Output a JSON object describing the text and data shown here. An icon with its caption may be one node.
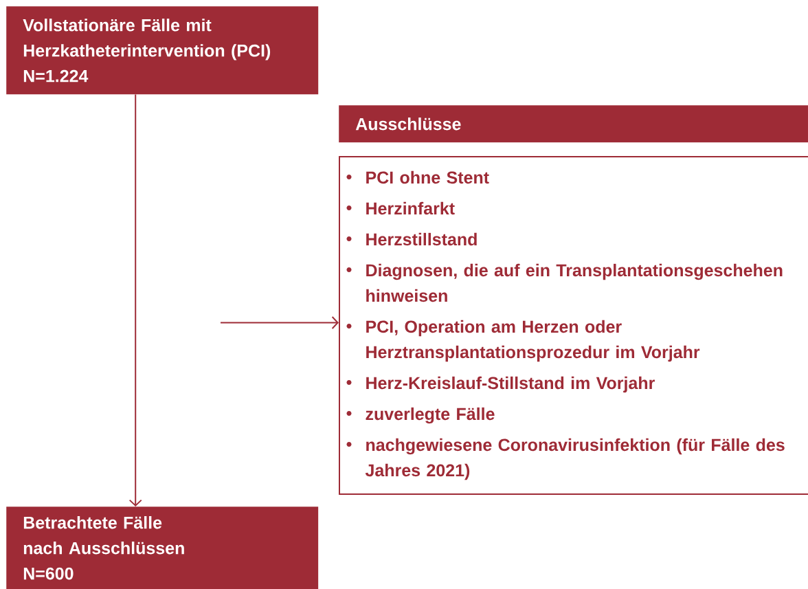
{
  "diagram": {
    "nodes": [
      {
        "text": [
          "Vollstationäre Fälle mit Herzkatheterintervention (PCI)",
          "N=1.224"
        ]
      },
      {
        "text": [
          "Ausschlüsse"
        ]
      },
      {
        "text": [
          "PCI ohne Stent",
          "Herzinfarkt",
          "Herzstillstand",
          "Diagnosen, die auf ein Transplantationsgeschehen hinweisen",
          "PCI, Operation am Herzen oder Herztransplantationsprozedur im Vorjahr",
          "Herz-Kreislauf-Stillstand im Vorjahr",
          "zuverlegte Fälle",
          "nachgewiesene Coronavirusinfektion (für Fälle des Jahres 2021)"
        ]
      },
      {
        "text": [
          "Betrachtete Fälle nach Ausschlüssen",
          "N=600"
        ]
      }
    ],
    "edges": [
      {
        "from": 0,
        "to": 3,
        "arrow": "to"
      },
      {
        "from": null,
        "to": 2,
        "arrow": "to"
      }
    ]
  }
}
